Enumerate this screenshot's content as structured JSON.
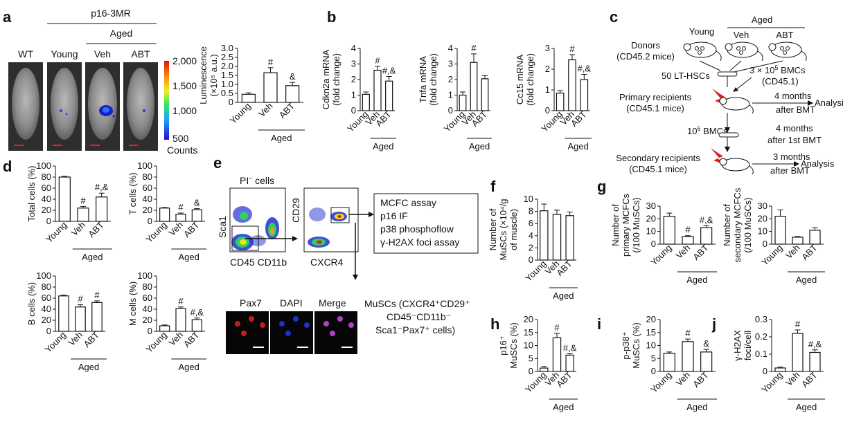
{
  "colors": {
    "ink": "#111111",
    "scale_bar": "#dd2222",
    "bar_fill": "#ffffff"
  },
  "panel_letters": [
    "a",
    "b",
    "c",
    "d",
    "e",
    "f",
    "g",
    "h",
    "i",
    "j"
  ],
  "common": {
    "categories": [
      "Young",
      "Veh",
      "ABT"
    ],
    "group_label": "Aged"
  },
  "panel_a": {
    "header": "p16-3MR",
    "aged": "Aged",
    "mice": [
      "WT",
      "Young",
      "Veh",
      "ABT"
    ],
    "colorbar_ticks": [
      "2,000",
      "1,500",
      "1,000",
      "500"
    ],
    "colorbar_label": "Counts"
  },
  "panel_c": {
    "col_young": "Young",
    "col_aged": "Aged",
    "col_veh": "Veh",
    "col_abt": "ABT",
    "donors": [
      "Donors",
      "(CD45.2 mice)"
    ],
    "lt_hscs": "50 LT-HSCs",
    "bmcs_line1": "3 × 10",
    "bmcs_sup": "5",
    "bmcs_rest": " BMCs",
    "bmcs_line2": "(CD45.1)",
    "primary": [
      "Primary recipients",
      "(CD45.1 mice)"
    ],
    "months1": [
      "4 months",
      "after BMT"
    ],
    "analysis": "Analysis",
    "ten6_base": "10",
    "ten6_sup": "6",
    "ten6_rest": " BMCs",
    "months2": [
      "4 months",
      "after 1st BMT"
    ],
    "secondary": [
      "Secondary recipients",
      "(CD45.1 mice)"
    ],
    "months3": [
      "3 months",
      "after BMT"
    ]
  },
  "panel_e": {
    "pi_label_main": "PI",
    "pi_label_sup": "–",
    "pi_label_rest": " cells",
    "axis_sca1": "Sca1",
    "axis_cd45": "CD45 CD11b",
    "axis_cd29": "CD29",
    "axis_cxcr4": "CXCR4",
    "assays": [
      "MCFC assay",
      "p16 IF",
      "p38 phosphoflow",
      "γ-H2AX foci assay"
    ],
    "img_labels": [
      "Pax7",
      "DAPI",
      "Merge"
    ],
    "musc_lines": [
      "MuSCs  (CXCR4⁺CD29⁺",
      "CD45⁻CD11b⁻",
      "Sca1⁻Pax7⁺ cells)"
    ]
  },
  "chart_data": [
    {
      "id": "a",
      "type": "bar",
      "categories": [
        "Young",
        "Veh",
        "ABT"
      ],
      "values": [
        0.45,
        1.65,
        0.93
      ],
      "errors": [
        0.08,
        0.28,
        0.18
      ],
      "annotations": [
        "",
        "#",
        "&"
      ],
      "ylabel_lines": [
        "Luminescence",
        "(×10⁵ a.u.)"
      ],
      "ylim": [
        0,
        3
      ],
      "yticks": [
        0,
        0.5,
        1,
        1.5,
        2,
        2.5,
        3
      ],
      "ytick_labels": [
        "0",
        "0.5",
        "1.0",
        "1.5",
        "2.0",
        "2.5",
        "3.0"
      ],
      "group": "Aged"
    },
    {
      "id": "b1",
      "type": "bar",
      "categories": [
        "Young",
        "Veh",
        "ABT"
      ],
      "values": [
        1.05,
        2.6,
        1.9
      ],
      "errors": [
        0.15,
        0.25,
        0.3
      ],
      "annotations": [
        "",
        "#",
        "#,&"
      ],
      "ylabel_lines": [
        "Cdkn2a mRNA",
        "(fold change)"
      ],
      "ylim": [
        0,
        4
      ],
      "yticks": [
        0,
        1,
        2,
        3,
        4
      ],
      "ytick_labels": [
        "0",
        "1",
        "2",
        "3",
        "4"
      ],
      "group": "Aged"
    },
    {
      "id": "b2",
      "type": "bar",
      "categories": [
        "Young",
        "Veh",
        "ABT"
      ],
      "values": [
        1.0,
        3.1,
        2.05
      ],
      "errors": [
        0.2,
        0.55,
        0.2
      ],
      "annotations": [
        "",
        "#",
        ""
      ],
      "ylabel_lines": [
        "Tnfa mRNA",
        "(fold change)"
      ],
      "ylim": [
        0,
        4
      ],
      "yticks": [
        0,
        1,
        2,
        3,
        4
      ],
      "ytick_labels": [
        "0",
        "1",
        "2",
        "3",
        "4"
      ],
      "group": "Aged"
    },
    {
      "id": "b3",
      "type": "bar",
      "categories": [
        "Young",
        "Veh",
        "ABT"
      ],
      "values": [
        0.85,
        2.45,
        1.5
      ],
      "errors": [
        0.12,
        0.25,
        0.25
      ],
      "annotations": [
        "",
        "#",
        "#,&"
      ],
      "ylabel_lines": [
        "Cc15 mRNA",
        "(fold change)"
      ],
      "ylim": [
        0,
        3
      ],
      "yticks": [
        0,
        1,
        2,
        3
      ],
      "ytick_labels": [
        "0",
        "1",
        "2",
        "3"
      ],
      "group": "Aged"
    },
    {
      "id": "d1",
      "type": "bar",
      "categories": [
        "Young",
        "Veh",
        "ABT"
      ],
      "values": [
        80,
        24,
        44
      ],
      "errors": [
        1.5,
        3,
        7
      ],
      "annotations": [
        "",
        "#",
        "#,&"
      ],
      "ylabel_lines": [
        "Total cells (%)"
      ],
      "ylim": [
        0,
        100
      ],
      "yticks": [
        0,
        20,
        40,
        60,
        80,
        100
      ],
      "ytick_labels": [
        "0",
        "20",
        "40",
        "60",
        "80",
        "100"
      ],
      "group": "Aged"
    },
    {
      "id": "d2",
      "type": "bar",
      "categories": [
        "Young",
        "Veh",
        "ABT"
      ],
      "values": [
        24,
        13,
        21
      ],
      "errors": [
        1,
        2,
        2
      ],
      "annotations": [
        "",
        "#",
        "&"
      ],
      "ylabel_lines": [
        "T cells (%)"
      ],
      "ylim": [
        0,
        100
      ],
      "yticks": [
        0,
        20,
        40,
        60,
        80,
        100
      ],
      "ytick_labels": [
        "0",
        "20",
        "40",
        "60",
        "80",
        "100"
      ],
      "group": "Aged"
    },
    {
      "id": "d3",
      "type": "bar",
      "categories": [
        "Young",
        "Veh",
        "ABT"
      ],
      "values": [
        64,
        44,
        52
      ],
      "errors": [
        1.5,
        4,
        3
      ],
      "annotations": [
        "",
        "#",
        "#"
      ],
      "ylabel_lines": [
        "B cells (%)"
      ],
      "ylim": [
        0,
        100
      ],
      "yticks": [
        0,
        20,
        40,
        60,
        80,
        100
      ],
      "ytick_labels": [
        "0",
        "20",
        "40",
        "60",
        "80",
        "100"
      ],
      "group": "Aged"
    },
    {
      "id": "d4",
      "type": "bar",
      "categories": [
        "Young",
        "Veh",
        "ABT"
      ],
      "values": [
        10,
        41,
        21
      ],
      "errors": [
        1.5,
        3,
        3
      ],
      "annotations": [
        "",
        "#",
        "#,&"
      ],
      "ylabel_lines": [
        "M cells (%)"
      ],
      "ylim": [
        0,
        100
      ],
      "yticks": [
        0,
        20,
        40,
        60,
        80,
        100
      ],
      "ytick_labels": [
        "0",
        "20",
        "40",
        "60",
        "80",
        "100"
      ],
      "group": "Aged"
    },
    {
      "id": "f",
      "type": "bar",
      "categories": [
        "Young",
        "Veh",
        "ABT"
      ],
      "values": [
        8.1,
        7.5,
        7.3
      ],
      "errors": [
        1.1,
        0.7,
        0.6
      ],
      "annotations": [
        "",
        "",
        ""
      ],
      "ylabel_lines": [
        "Number of",
        "MuSCs (×10⁴/g",
        "of muscle)"
      ],
      "ylim": [
        0,
        10
      ],
      "yticks": [
        0,
        2,
        4,
        6,
        8,
        10
      ],
      "ytick_labels": [
        "0",
        "2",
        "4",
        "6",
        "8",
        "10"
      ],
      "group": "Aged"
    },
    {
      "id": "g1",
      "type": "bar",
      "categories": [
        "Young",
        "Veh",
        "ABT"
      ],
      "values": [
        22,
        6,
        13
      ],
      "errors": [
        2.5,
        0.7,
        1.5
      ],
      "annotations": [
        "",
        "#",
        "#,&"
      ],
      "ylabel_lines": [
        "Number of",
        "primary MCFCs",
        "(/100 MuSCs)"
      ],
      "ylim": [
        0,
        30
      ],
      "yticks": [
        0,
        10,
        20,
        30
      ],
      "ytick_labels": [
        "0",
        "10",
        "20",
        "30"
      ],
      "group": "Aged"
    },
    {
      "id": "g2",
      "type": "bar",
      "categories": [
        "Young",
        "Veh",
        "ABT"
      ],
      "values": [
        22,
        5.5,
        11
      ],
      "errors": [
        5,
        0.5,
        2
      ],
      "annotations": [
        "",
        "",
        ""
      ],
      "ylabel_lines": [
        "Number of",
        "secondary MCFCs",
        "(/100 MuSCs)"
      ],
      "ylim": [
        0,
        30
      ],
      "yticks": [
        0,
        10,
        20,
        30
      ],
      "ytick_labels": [
        "0",
        "10",
        "20",
        "30"
      ],
      "group": "Aged"
    },
    {
      "id": "h",
      "type": "bar",
      "categories": [
        "Young",
        "Veh",
        "ABT"
      ],
      "values": [
        1.3,
        13,
        6.3
      ],
      "errors": [
        0.6,
        1.7,
        0.5
      ],
      "annotations": [
        "",
        "#",
        "#,&"
      ],
      "ylabel_lines": [
        "p16⁺",
        "MuSCs (%)"
      ],
      "ylim": [
        0,
        20
      ],
      "yticks": [
        0,
        5,
        10,
        15,
        20
      ],
      "ytick_labels": [
        "0",
        "5",
        "10",
        "15",
        "20"
      ],
      "group": "Aged"
    },
    {
      "id": "i",
      "type": "bar",
      "categories": [
        "Young",
        "Veh",
        "ABT"
      ],
      "values": [
        7,
        11.5,
        7.5
      ],
      "errors": [
        0.5,
        1,
        1
      ],
      "annotations": [
        "",
        "#",
        "&"
      ],
      "ylabel_lines": [
        "p-p38⁺",
        "MuSCs (%)"
      ],
      "ylim": [
        0,
        20
      ],
      "yticks": [
        0,
        5,
        10,
        15,
        20
      ],
      "ytick_labels": [
        "0",
        "5",
        "10",
        "15",
        "20"
      ],
      "group": "Aged"
    },
    {
      "id": "j",
      "type": "bar",
      "categories": [
        "Young",
        "Veh",
        "ABT"
      ],
      "values": [
        0.02,
        0.22,
        0.11
      ],
      "errors": [
        0.005,
        0.02,
        0.015
      ],
      "annotations": [
        "",
        "#",
        "#,&"
      ],
      "ylabel_lines": [
        "γ-H2AX",
        "foci/cell"
      ],
      "ylim": [
        0,
        0.3
      ],
      "yticks": [
        0,
        0.1,
        0.2,
        0.3
      ],
      "ytick_labels": [
        "0",
        "0.1",
        "0.2",
        "0.3"
      ],
      "group": "Aged"
    }
  ]
}
